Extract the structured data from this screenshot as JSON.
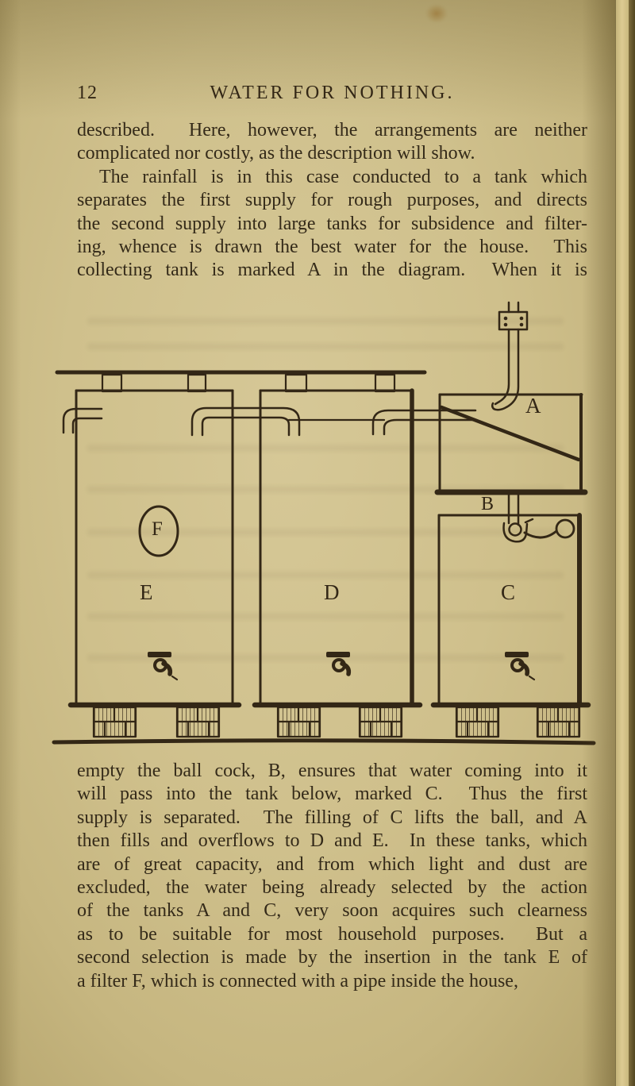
{
  "page_number": "12",
  "header": {
    "title": "WATER FOR NOTHING."
  },
  "text_upper": [
    "described.  Here, however, the arrangements are neither",
    "complicated nor costly, as the description will show.",
    "The rainfall is in this case conducted to a tank which",
    "separates the first supply for rough purposes, and directs",
    "the second supply into large tanks for subsidence and filter-",
    "ing, whence is drawn the best water for the house.  This",
    "collecting tank is marked A in the diagram.  When it is"
  ],
  "text_lower": [
    "empty the ball cock, B, ensures that water coming into it",
    "will pass into the tank below, marked C.  Thus the first",
    "supply is separated.  The filling of C lifts the ball, and A",
    "then fills and overflows to D and E.  In these tanks, which",
    "are of great capacity, and from which light and dust are",
    "excluded, the water being already selected by the action",
    "of the tanks A and C, very soon acquires such clearness",
    "as to be suitable for most household purposes.  But a",
    "second selection is made by the insertion in the tank E of",
    "a filter F, which is connected with a pipe inside the house,"
  ],
  "diagram": {
    "labels": {
      "a": "A",
      "b": "B",
      "c": "C",
      "d": "D",
      "e": "E",
      "f": "F"
    },
    "icons": {
      "inlet": "inlet-pipe-with-flange",
      "ball": "ball-cock",
      "tap": "water-tap",
      "filter": "filter-circle",
      "piers": "brick-piers",
      "ground": "ground-line"
    }
  },
  "colors": {
    "paper": "#cfc08c",
    "ink": "#332716",
    "edge_dark": "#52451f"
  }
}
